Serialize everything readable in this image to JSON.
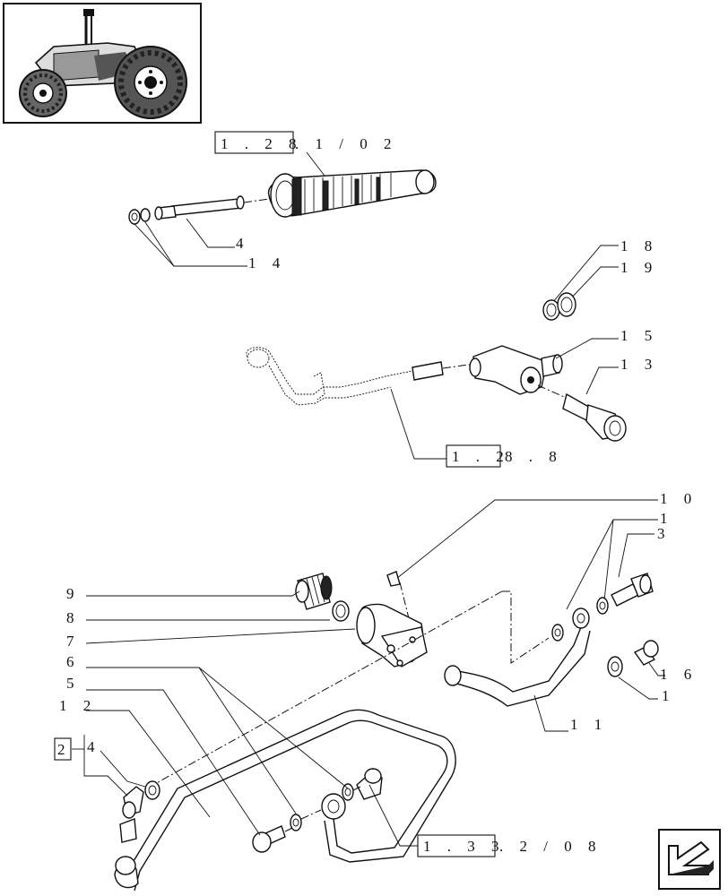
{
  "refs": {
    "ref_a_box": "1 . 2 8",
    "ref_a_suffix": ". 1 / 0 2",
    "ref_b_box": "1 . 2",
    "ref_b_suffix": "8 . 8",
    "ref_c_box": "1 . 3 3",
    "ref_c_suffix": ". 2 / 0 8",
    "ref_d_box": "2",
    "ref_d_suffix": "4"
  },
  "callouts": {
    "c4": "4",
    "c14": "1 4",
    "c18": "1 8",
    "c19": "1 9",
    "c15": "1 5",
    "c13": "1 3",
    "c10": "1 0",
    "c1a": "1",
    "c3": "3",
    "c9": "9",
    "c8": "8",
    "c7": "7",
    "c6": "6",
    "c5": "5",
    "c12": "1 2",
    "c16": "1 6",
    "c1b": "1",
    "c11": "1 1"
  },
  "icons": {
    "thumbnail": "tractor-icon",
    "navigation": "next-page-arrow-icon"
  }
}
